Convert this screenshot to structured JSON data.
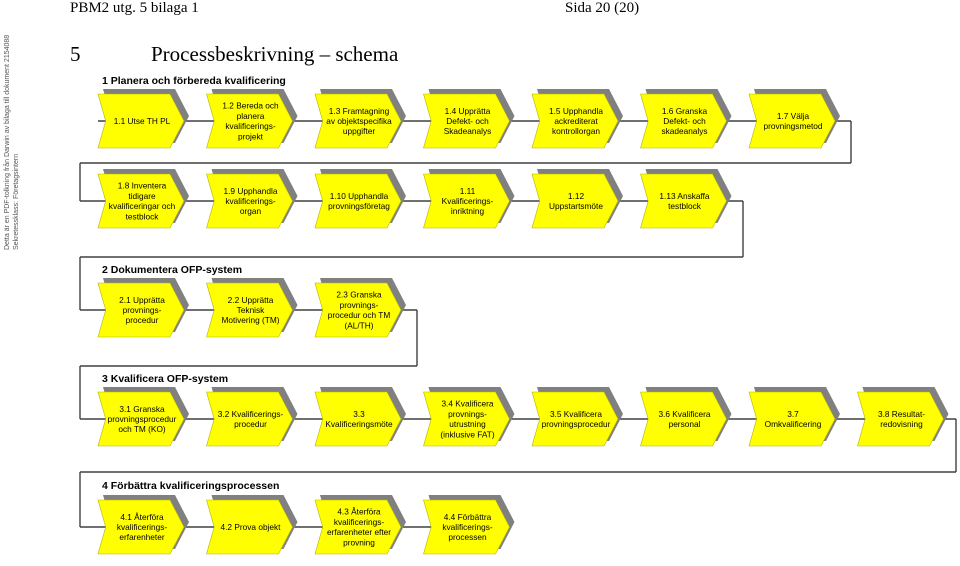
{
  "side_note": {
    "line1": "Detta är en PDF-tolkning från Darwin av bilaga till dokument 2154088",
    "line2": "Sekretessklass: Företagsintern"
  },
  "header": {
    "left": "PBM2 utg. 5 bilaga 1",
    "right": "Sida 20 (20)"
  },
  "section": {
    "number": "5",
    "title": "Processbeskrivning – schema"
  },
  "colors": {
    "box_fill": "#ffff00",
    "shadow": "#808080",
    "line": "#404040"
  },
  "phases": [
    {
      "title": "1 Planera och förbereda kvalificering",
      "rows": [
        [
          {
            "lines": [
              "1.1 Utse TH PL"
            ]
          },
          {
            "lines": [
              "1.2 Bereda och",
              "planera",
              "kvalificerings-",
              "projekt"
            ]
          },
          {
            "lines": [
              "1.3 Framtagning",
              "av objektspecifika",
              "uppgifter"
            ]
          },
          {
            "lines": [
              "1.4 Upprätta",
              "Defekt- och",
              "Skadeanalys"
            ]
          },
          {
            "lines": [
              "1.5 Upphandla",
              "ackrediterat",
              "kontrollorgan"
            ]
          },
          {
            "lines": [
              "1.6 Granska",
              "Defekt- och",
              "skadeanalys"
            ]
          },
          {
            "lines": [
              "1.7 Välja",
              "provningsmetod"
            ]
          }
        ],
        [
          {
            "lines": [
              "1.8 Inventera",
              "tidigare",
              "kvalificeringar och",
              "testblock"
            ]
          },
          {
            "lines": [
              "1.9 Upphandla",
              "kvalificerings-",
              "organ"
            ]
          },
          {
            "lines": [
              "1.10 Upphandla",
              "provningsföretag"
            ]
          },
          {
            "lines": [
              "1.11",
              "Kvalificerings-",
              "inriktning"
            ]
          },
          {
            "lines": [
              "1.12",
              "Uppstartsmöte"
            ]
          },
          {
            "lines": [
              "1.13 Anskaffa",
              "testblock"
            ]
          }
        ]
      ]
    },
    {
      "title": "2 Dokumentera OFP-system",
      "rows": [
        [
          {
            "lines": [
              "2.1 Upprätta",
              "provnings-",
              "procedur"
            ]
          },
          {
            "lines": [
              "2.2 Upprätta",
              "Teknisk",
              "Motivering (TM)"
            ]
          },
          {
            "lines": [
              "2.3 Granska",
              "provnings-",
              "procedur och TM",
              "(AL/TH)"
            ]
          }
        ]
      ]
    },
    {
      "title": "3 Kvalificera OFP-system",
      "rows": [
        [
          {
            "lines": [
              "3.1 Granska",
              "provningsprocedur",
              "och TM (KO)"
            ]
          },
          {
            "lines": [
              "3.2 Kvalificerings-",
              "procedur"
            ]
          },
          {
            "lines": [
              "3.3",
              "Kvalificeringsmöte"
            ]
          },
          {
            "lines": [
              "3.4 Kvalificera",
              "provnings-",
              "utrustning",
              "(inklusive FAT)"
            ]
          },
          {
            "lines": [
              "3.5 Kvalificera",
              "provningsprocedur"
            ]
          },
          {
            "lines": [
              "3.6 Kvalificera",
              "personal"
            ]
          },
          {
            "lines": [
              "3.7",
              "Omkvalificering"
            ]
          },
          {
            "lines": [
              "3.8 Resultat-",
              "redovisning"
            ]
          }
        ]
      ]
    },
    {
      "title": "4 Förbättra kvalificeringsprocessen",
      "rows": [
        [
          {
            "lines": [
              "4.1 Återföra",
              "kvalificerings-",
              "erfarenheter"
            ]
          },
          {
            "lines": [
              "4.2 Prova objekt"
            ]
          },
          {
            "lines": [
              "4.3 Återföra",
              "kvalificerings-",
              "erfarenheter efter",
              "provning"
            ]
          },
          {
            "lines": [
              "4.4 Förbättra",
              "kvalificerings-",
              "processen"
            ]
          }
        ]
      ]
    }
  ]
}
